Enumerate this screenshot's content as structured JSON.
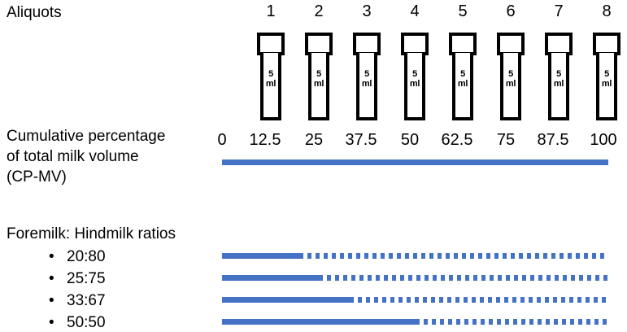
{
  "labels": {
    "aliquots": "Aliquots",
    "cpmv_line1": "Cumulative percentage",
    "cpmv_line2": "of total milk volume",
    "cpmv_line3": "(CP-MV)",
    "ratios_heading": "Foremilk: Hindmilk ratios"
  },
  "colors": {
    "bar_blue": "#4472C4",
    "outline_black": "#000000",
    "background": "#FFFFFF"
  },
  "aliquots": {
    "numbers": [
      "1",
      "2",
      "3",
      "4",
      "5",
      "6",
      "7",
      "8"
    ],
    "tube_volume_value": "5",
    "tube_volume_unit": "ml"
  },
  "scale": {
    "ticks": [
      "0",
      "12.5",
      "25",
      "37.5",
      "50",
      "62.5",
      "75",
      "87.5",
      "100"
    ],
    "range": [
      0,
      100
    ]
  },
  "ratios": {
    "bullet_glyph": "•",
    "items": [
      {
        "label": "20:80",
        "foremilk_percent": 20,
        "hindmilk_percent": 80
      },
      {
        "label": "25:75",
        "foremilk_percent": 25,
        "hindmilk_percent": 75
      },
      {
        "label": "33:67",
        "foremilk_percent": 33,
        "hindmilk_percent": 67
      },
      {
        "label": "50:50",
        "foremilk_percent": 50,
        "hindmilk_percent": 50
      }
    ]
  },
  "chart_data": {
    "type": "bar",
    "title": "Foremilk:Hindmilk aliquot fractionation diagram",
    "xlabel": "Cumulative percentage of total milk volume (CP-MV)",
    "ylabel": "",
    "xlim": [
      0,
      100
    ],
    "grid": false,
    "legend": "none",
    "categories": [
      "20:80",
      "25:75",
      "33:67",
      "50:50"
    ],
    "series": [
      {
        "name": "Foremilk (solid segment, % of total volume)",
        "values": [
          20,
          25,
          33,
          50
        ]
      },
      {
        "name": "Hindmilk (dotted segment, % of total volume)",
        "values": [
          80,
          75,
          67,
          50
        ]
      }
    ],
    "aliquot_axis": {
      "labels": [
        "1",
        "2",
        "3",
        "4",
        "5",
        "6",
        "7",
        "8"
      ],
      "cumulative_percent_breaks": [
        0,
        12.5,
        25,
        37.5,
        50,
        62.5,
        75,
        87.5,
        100
      ],
      "aliquot_volume_ml": 5
    }
  }
}
